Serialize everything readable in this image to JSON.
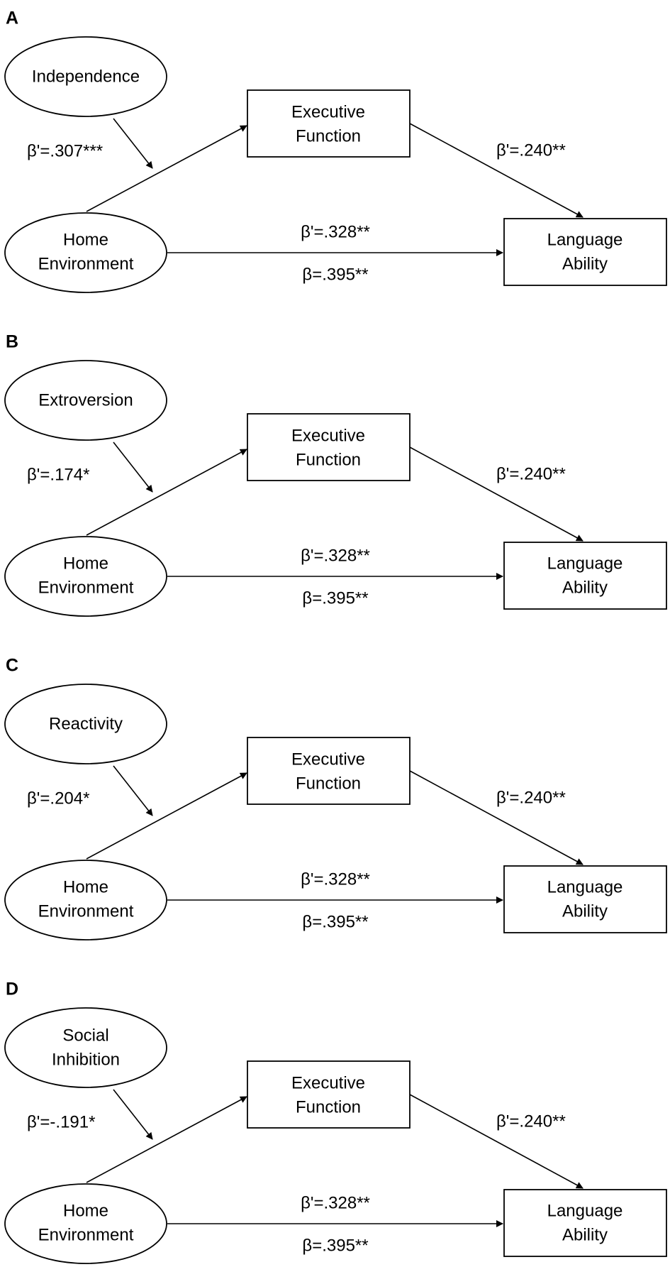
{
  "panels": [
    {
      "letter": "A",
      "moderator": [
        "Independence"
      ],
      "executive": [
        "Executive",
        "Function"
      ],
      "home": [
        "Home",
        "Environment"
      ],
      "language": [
        "Language",
        "Ability"
      ],
      "coef_moderation": "β'=.307***",
      "coef_ef_lang": "β'=.240**",
      "coef_direct_prime": "β'=.328**",
      "coef_direct": "β=.395**"
    },
    {
      "letter": "B",
      "moderator": [
        "Extroversion"
      ],
      "executive": [
        "Executive",
        "Function"
      ],
      "home": [
        "Home",
        "Environment"
      ],
      "language": [
        "Language",
        "Ability"
      ],
      "coef_moderation": "β'=.174*",
      "coef_ef_lang": "β'=.240**",
      "coef_direct_prime": "β'=.328**",
      "coef_direct": "β=.395**"
    },
    {
      "letter": "C",
      "moderator": [
        "Reactivity"
      ],
      "executive": [
        "Executive",
        "Function"
      ],
      "home": [
        "Home",
        "Environment"
      ],
      "language": [
        "Language",
        "Ability"
      ],
      "coef_moderation": "β'=.204*",
      "coef_ef_lang": "β'=.240**",
      "coef_direct_prime": "β'=.328**",
      "coef_direct": "β=.395**"
    },
    {
      "letter": "D",
      "moderator": [
        "Social",
        "Inhibition"
      ],
      "executive": [
        "Executive",
        "Function"
      ],
      "home": [
        "Home",
        "Environment"
      ],
      "language": [
        "Language",
        "Ability"
      ],
      "coef_moderation": "β'=-.191*",
      "coef_ef_lang": "β'=.240**",
      "coef_direct_prime": "β'=.328**",
      "coef_direct": "β=.395**"
    }
  ]
}
